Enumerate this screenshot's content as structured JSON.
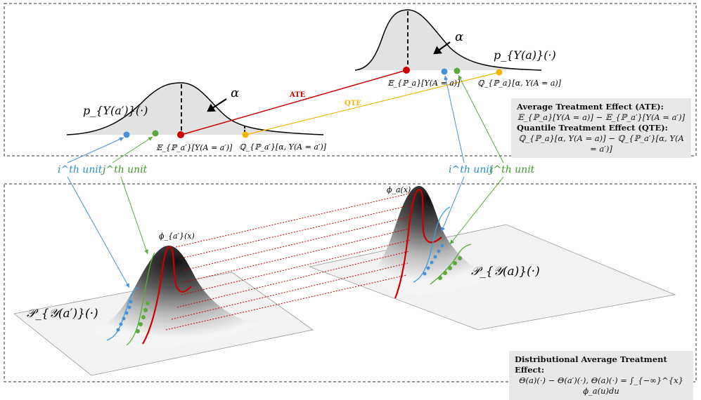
{
  "top_panel": {
    "left_density_label": "p_{Y(a′)}(·)",
    "right_density_label": "p_{Y(a)}(·)",
    "alpha_label": "α",
    "ate_label": "ATE",
    "qte_label": "QTE",
    "left_mean_label": "𝔼_{ℙ_a′}[Y(A = a′)]",
    "left_quantile_label": "ℚ_{ℙ_a′}[α, Y(A = a′)]",
    "right_mean_label": "𝔼_{ℙ_a}[Y(A = a)]",
    "right_quantile_label": "ℚ_{ℙ_a}[α, Y(A = a)]",
    "colors": {
      "ate": "#cc0000",
      "qte": "#f2b400",
      "unit_i": "#4a90d9",
      "unit_j": "#5aaa3a"
    }
  },
  "definitions": {
    "ate_title": "Average Treatment Effect (ATE):",
    "ate_formula": "𝔼_{ℙ_a}[Y(A = a)] − 𝔼_{ℙ_a′}[Y(A = a′)]",
    "qte_title": "Quantile Treatment Effect (QTE):",
    "qte_formula": "ℚ_{ℙ_a}[α, Y(A = a)] − ℚ_{ℙ_a′}[α, Y(A = a′)]",
    "date_title": "Distributional Average Treatment Effect:",
    "date_formula": "Θ(a)(·) − Θ(a′)(·), Θ(a)(·) = ∫_{−∞}^{x} ϕ_a(u)du"
  },
  "units": {
    "i_label_left": "i^th unit",
    "j_label_left": "j^th unit",
    "i_label_right": "i^th unit",
    "j_label_right": "j^th unit"
  },
  "bottom_panel": {
    "left_surface_label": "𝒫_{𝒴(a′)}(·)",
    "right_surface_label": "𝒫_{𝒴(a)}(·)",
    "left_phi_label": "ϕ_{a′}(x)",
    "right_phi_label": "ϕ_a(x)"
  }
}
